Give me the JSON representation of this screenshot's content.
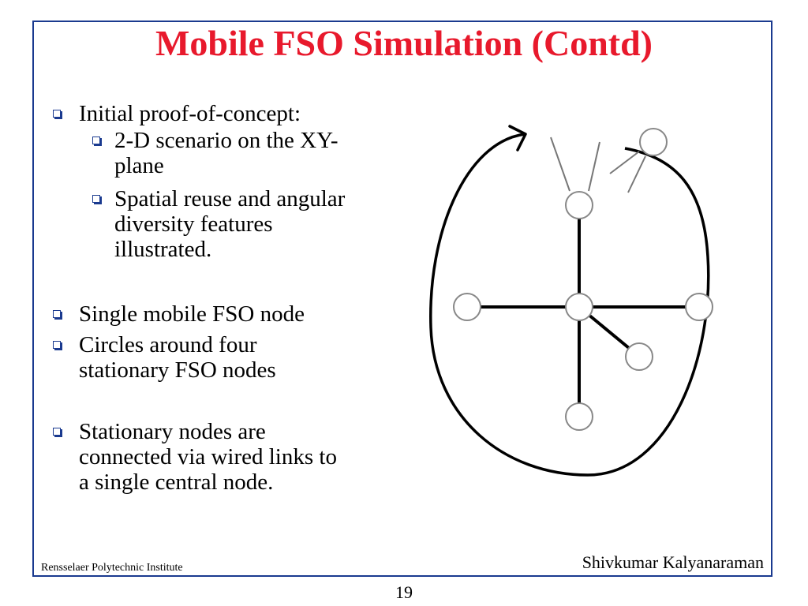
{
  "slide": {
    "title": "Mobile FSO Simulation (Contd)",
    "bullets": [
      {
        "text": "Initial proof-of-concept:",
        "level": 1
      },
      {
        "text": "2-D scenario on the XY-\nplane",
        "level": 2
      },
      {
        "text": "Spatial reuse and angular\ndiversity features\nillustrated.",
        "level": 2
      },
      {
        "text": "Single mobile FSO node",
        "level": 1
      },
      {
        "text": "Circles around four\nstationary FSO nodes",
        "level": 1
      },
      {
        "text": "Stationary nodes are\nconnected via wired links to\na single central node.",
        "level": 1
      }
    ],
    "footer_left": "Rensselaer Polytechnic Institute",
    "footer_right": "Shivkumar Kalyanaraman",
    "page_number": "19"
  },
  "colors": {
    "title": "#e8192c",
    "frame": "#1a3a8f",
    "bullet_box": "#1a3a8f"
  }
}
